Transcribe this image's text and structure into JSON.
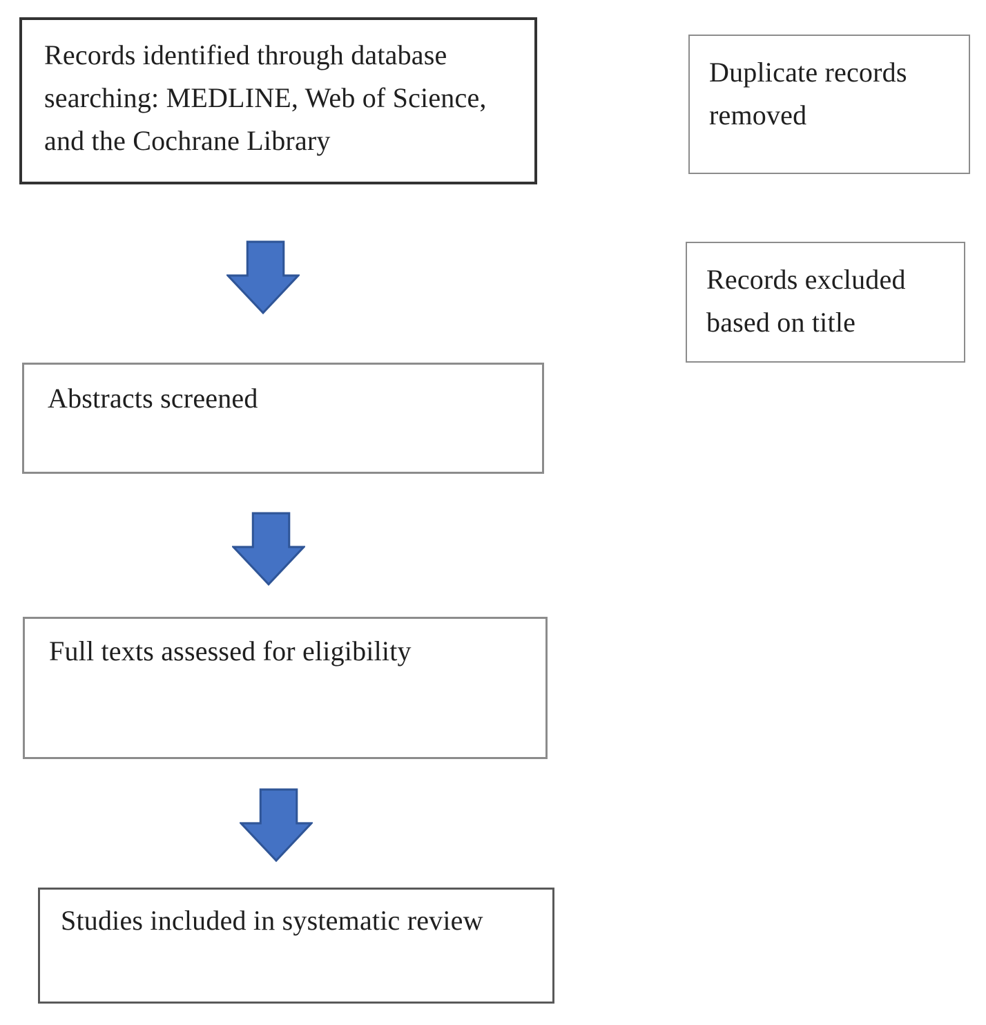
{
  "colors": {
    "background": "#ffffff",
    "text": "#1f1f1f",
    "arrow_fill": "#4472c4",
    "arrow_stroke": "#2f5597",
    "box1_border": "#333333",
    "thin_border": "#8c8c8c",
    "bottom_border": "#595959"
  },
  "flow": {
    "nodes": [
      {
        "id": "identification",
        "text": "Records identified through database searching: MEDLINE, Web of Science, and the Cochrane Library"
      },
      {
        "id": "abstracts",
        "text": "Abstracts screened"
      },
      {
        "id": "full_texts",
        "text": "Full texts assessed for eligibility"
      },
      {
        "id": "included",
        "text": "Studies included in systematic review"
      }
    ],
    "side_nodes": [
      {
        "id": "duplicates",
        "text": "Duplicate records removed"
      },
      {
        "id": "excluded_title",
        "text": "Records excluded based on title"
      }
    ],
    "arrows": [
      {
        "from": "identification",
        "to": "abstracts",
        "direction": "down"
      },
      {
        "from": "abstracts",
        "to": "full_texts",
        "direction": "down"
      },
      {
        "from": "full_texts",
        "to": "included",
        "direction": "down"
      }
    ]
  }
}
